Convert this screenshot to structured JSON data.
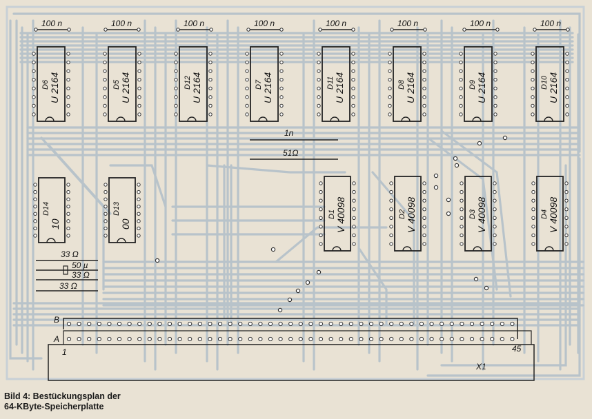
{
  "caption": {
    "line1": "Bild 4:  Bestückungsplan  der",
    "line2": "64-KByte-Speicherplatte"
  },
  "colors": {
    "background": "#e9e2d4",
    "trace": "#b8c3ca",
    "outline": "#222222"
  },
  "ram_chips": [
    {
      "id": "D6",
      "type": "U 2164"
    },
    {
      "id": "D5",
      "type": "U 2164"
    },
    {
      "id": "D12",
      "type": "U 2164"
    },
    {
      "id": "D7",
      "type": "U 2164"
    },
    {
      "id": "D11",
      "type": "U 2164"
    },
    {
      "id": "D8",
      "type": "U 2164"
    },
    {
      "id": "D9",
      "type": "U 2164"
    },
    {
      "id": "D10",
      "type": "U 2164"
    }
  ],
  "capacitor_label": "100 n",
  "mid_components": {
    "cap": "1n",
    "res": "51Ω"
  },
  "logic_chips": [
    {
      "id": "D14",
      "type": "10"
    },
    {
      "id": "D13",
      "type": "00"
    }
  ],
  "driver_chips": [
    {
      "id": "D1",
      "type": "V 40098"
    },
    {
      "id": "D2",
      "type": "V 40098"
    },
    {
      "id": "D3",
      "type": "V 40098"
    },
    {
      "id": "D4",
      "type": "V 40098"
    }
  ],
  "left_components": [
    {
      "label": "33 Ω"
    },
    {
      "label": "50 µ"
    },
    {
      "label": "33 Ω"
    },
    {
      "label": "33 Ω"
    }
  ],
  "connector": {
    "row_b": "B",
    "row_a": "A",
    "pin_first": "1",
    "pin_last": "45",
    "name": "X1"
  }
}
